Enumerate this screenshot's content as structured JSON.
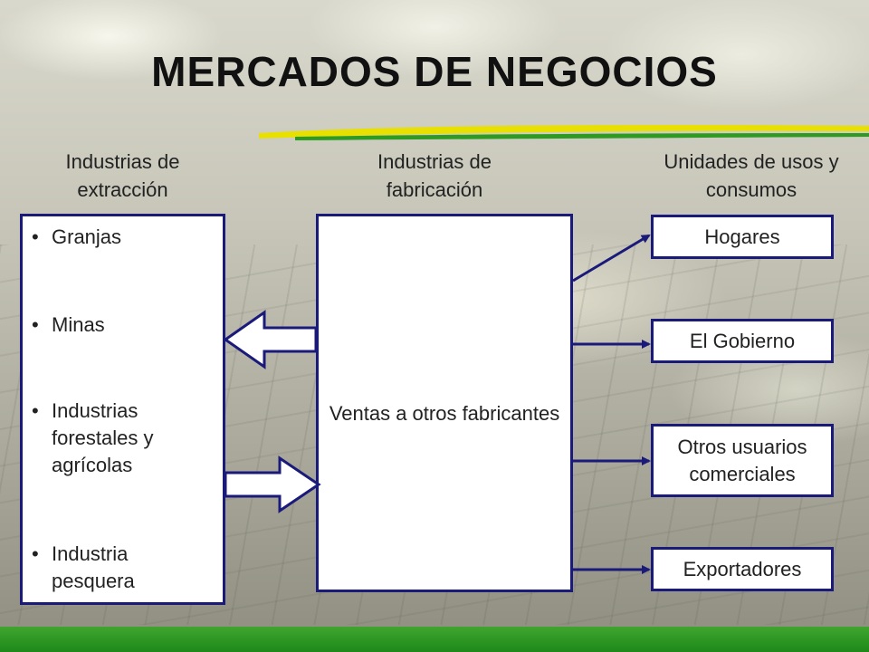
{
  "title": "MERCADOS DE NEGOCIOS",
  "columns": {
    "extraction": "Industrias de extracción",
    "manufacturing": "Industrias de fabricación",
    "consumers": "Unidades de usos y consumos"
  },
  "extraction_items": [
    "Granjas",
    "Minas",
    "Industrias forestales y agrícolas",
    "Industria pesquera"
  ],
  "manufacturing_box": "Ventas a otros fabricantes",
  "consumer_boxes": [
    "Hogares",
    "El Gobierno",
    "Otros usuarios comerciales",
    "Exportadores"
  ],
  "colors": {
    "box_border": "#1a1a7a",
    "accent_green": "#2e9a22",
    "underline_yellow": "#e8e000"
  }
}
